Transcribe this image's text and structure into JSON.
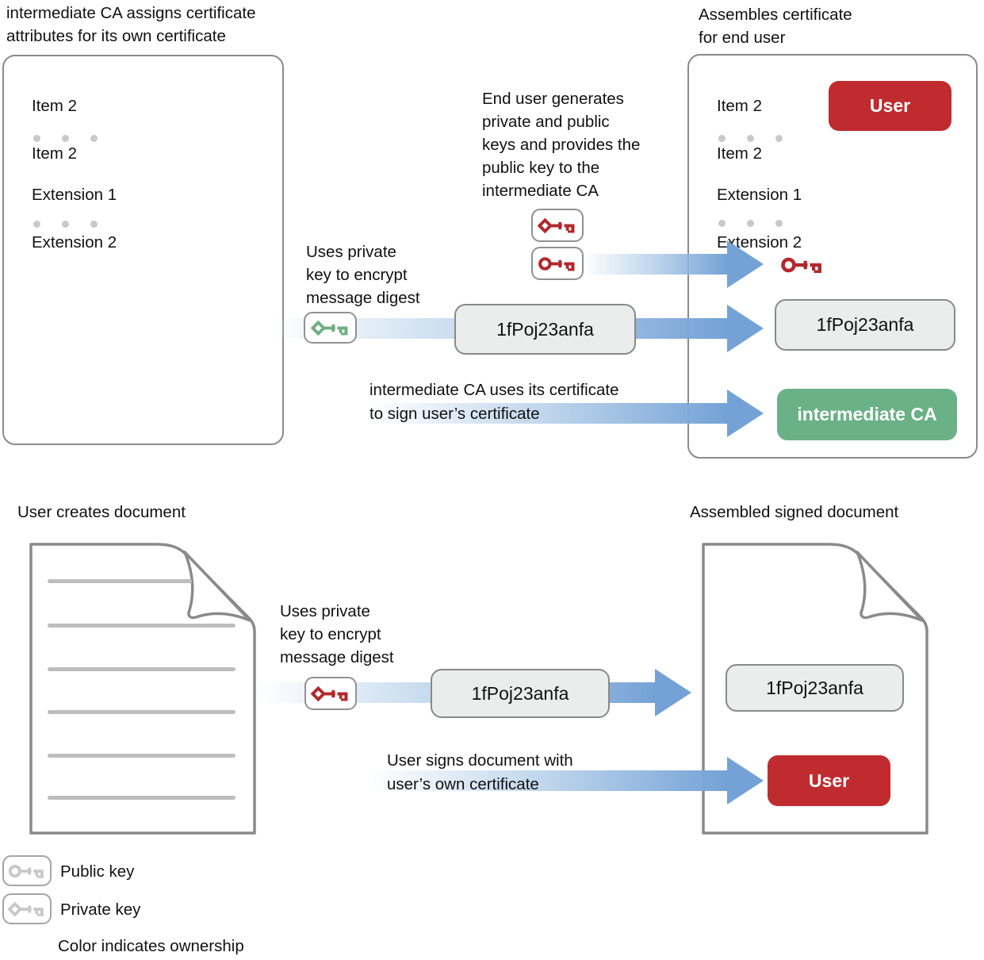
{
  "colors": {
    "user_red": "#BF2B2E",
    "ca_green": "#6BB187",
    "key_red": "#B3282D",
    "key_green": "#6FAF82",
    "key_gray": "#C9C9C9",
    "arrow_blue": "#74A2D6",
    "digest_fill": "#EBECEC",
    "line_gray": "#8A8A8A",
    "dot_gray": "#C9C9C9",
    "doc_line": "#BDBDBD",
    "text": "#111111"
  },
  "top_section": {
    "left_card_title": "intermediate CA assigns certificate\nattributes for its own certificate",
    "left_card": {
      "items": [
        "Item 2",
        "Item 2"
      ],
      "extensions": [
        "Extension 1",
        "Extension 2"
      ]
    },
    "right_card_title": "Assembles certificate\nfor end user",
    "right_card": {
      "items": [
        "Item 2",
        "Item 2"
      ],
      "extensions": [
        "Extension 1",
        "Extension 2"
      ],
      "user_badge": "User",
      "digest": "1fPoj23anfa",
      "ca_badge": "intermediate CA"
    },
    "end_user_note": "End user generates\nprivate and public\nkeys and provides the\npublic key to the\nintermediate CA",
    "encrypt_note": "Uses private\nkey to encrypt\nmessage digest",
    "digest": "1fPoj23anfa",
    "sign_note": "intermediate CA uses its certificate\nto sign user’s certificate"
  },
  "bottom_section": {
    "doc_title": "User creates document",
    "signed_doc_title": "Assembled signed document",
    "encrypt_note": "Uses private\nkey to encrypt\nmessage digest",
    "digest": "1fPoj23anfa",
    "signed_digest": "1fPoj23anfa",
    "sign_note": "User signs document with\nuser’s own certificate",
    "user_badge": "User"
  },
  "legend": {
    "public_key_label": "Public key",
    "private_key_label": "Private key",
    "ownership_note": "Color indicates ownership"
  }
}
